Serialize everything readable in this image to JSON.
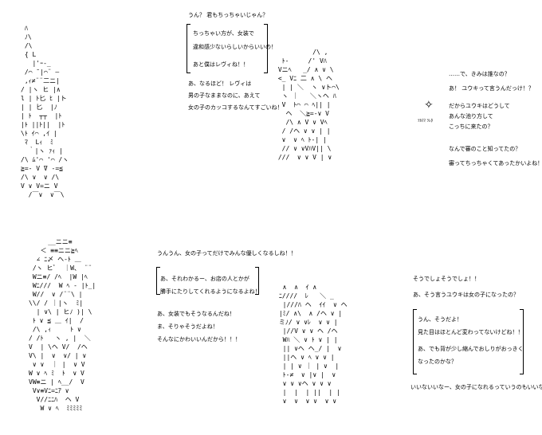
{
  "panel1": {
    "art": " ﾊ\n ﾉ\\\n /\\\n { L\n   |'ｰ-_\n /⌒ ̄ |⌒¨ ―\n ,ｨ≠¨¨二ニ|\n/ |ヽ ヒ |∧\nl | ﾄ匕 ﾋ |ト\n| | 匕  |ﾉ\n| ﾄ  ┬┬  |ﾄ\n|ﾄ ||ﾄ||  |ﾄ\n\\ﾄ ｲ⌒ ,ｲ |\n ﾏ  Lｨ  ﾐ\n  ｀|ヽ ｧｨ |\n/\\ ﾑ'⌒ '⌒ /ヽ\n≧=- V ̄V -=≦\n/\\ ∨  ∨ /\\\nV ∨ V=ニ V\n  /￣∨  ∨￣\\",
    "bubble": [
      "うん？ 君もちっちゃいじゃん？",
      "ちっちゃい方が、女装で",
      "違和感少ないらしいからいいの！",
      "あと僕はレヴィね！！"
    ],
    "text": [
      "あ、なるほど！ レヴィは",
      "男の子なままなのに、あえて",
      "女の子のカッコするなんてすごいね！"
    ]
  },
  "panel2": {
    "art": "          /\\ ,\n  ﾄ-     /' Vﾊ\n Vニﾍ   _/ ∧ ∨ \\\n <_ Vﾆ 二 ∧ \\ ヘ\n  | | ＼  ヽ ∨ト⌒\\\n  ヽ ｜   ＼ヽヘ ﾊ\n  V  ﾄ⌒ ⌒ ﾍ|| |\n   ヘ  ＼≧=-∨ V\n   /\\ ∧ V ∨ Vﾍ\n  / /ヘ ∨ ∨ | |\n  ∨  ∨ ﾍ ﾄ-| |\n  // ∨ ∨VﾊV|| \\\n ///  ∨ ∨ V | ∨",
    "sparkle": "ﾂｶﾏﾏ ﾂﾚﾀ",
    "lines": [
      "……で、きみは誰なの？",
      "あ！ ユウキって言うんだっけ！？",
      "だからユウキはどうして",
      "あんな池り方して",
      "こっちに来たの？",
      "なんで審のこと知ってたの？",
      "審ってちっちゃくてあったかいよね！"
    ]
  },
  "panel3": {
    "art": "     __ニニ≡\n   ＜ ≡≡ニニ≧ﾍ\n  ∠ ﾆ〆 ヘ-ﾄ ＿\n /ヽ ヒﾞ  ｜W、 ¨¨\n Wニ≡/ /ﾍ  |W |ﾍ\n Wﾆ///  W ﾍ ‐ |ﾄ_|\n W//  ∨ /¨¨\\ |\n\\\\/ / ｜|ヽ  ﾐ|\n  | ∨\\ | ヒﾉ )| \\\n ﾄ ∨ ≦ ＿ ｲ|  /\n /\\ ,ｨ     ﾄ ∨\n/ /ﾄ   ヽ , |  ＼\nV  | \\ヘ V/  /ヘ\nV\\ |  ∨  ∨/ | ∨\n ∨ ∨  ｜ |  ∨ V\nW ∨ ﾍ ﾐ  ﾄ  ∨ V\nVW≡ニ | ﾍ__/  V\n V∨≡Vﾆ=ﾆｱ ∨\n  V//ﾆﾆﾊ  ヘ V\n   W ∨ ﾍ  ﾐﾐﾐﾐﾐ",
    "top_line": "うんうん、女の子ってだけでみんな優しくなるしね！！",
    "bubble": [
      "あ、それわかるー、お店の人とかが",
      "勝手にたりしてくれるようになるよね！"
    ],
    "text": [
      "あ、女装でもそうなるんだね！",
      "ま、そりゃそうだよね！",
      "そんなにかわいいんだから！！！"
    ]
  },
  "panel4": {
    "art": "  ∧  ∧  ｲ ∧\n ﾆ////  ﾚ   ＼ _\n  |///ﾊ ヘ  ｲｲ  ∨ ヘ\n |ﾐ/ ∧\\  ∧ /ヘ ∨ |\n ミﾉ/ ∨ ∨ﾚ  ∨ ∨ |\n  |//V ∨ ∨ ヘ /ヘ\n  Wﾊ ＼ ∨ ﾄ ∨ | |\n  || ∨ヘ ヘ_/ |  ∨\n  ||ヘ ∨ ﾍ ∨ ∨ |\n  | | ∨ ｜ | ∨  |\n  ﾄ-≠  ∨ |∨ |  ∨\n  ∨ ∨ ∨ヘ ∨ ∨ ∨\n  |  |  | ||  | |\n  ∨  ∨  ∨ ∨  ∨ ∨",
    "lines_top": [
      "そうでしょそうでしょ！！",
      "あ、そう言うユウキは女の子になったの？"
    ],
    "bubble": [
      "うん、そうだよ！",
      "見た目はほとんど変わってないけどね！！",
      "あ、でも背が少し縮んでおしりがおっきく",
      "なったのかな？"
    ],
    "bottom_line": "いいないいなー、女の子になれるっていうのもいいなー！"
  }
}
